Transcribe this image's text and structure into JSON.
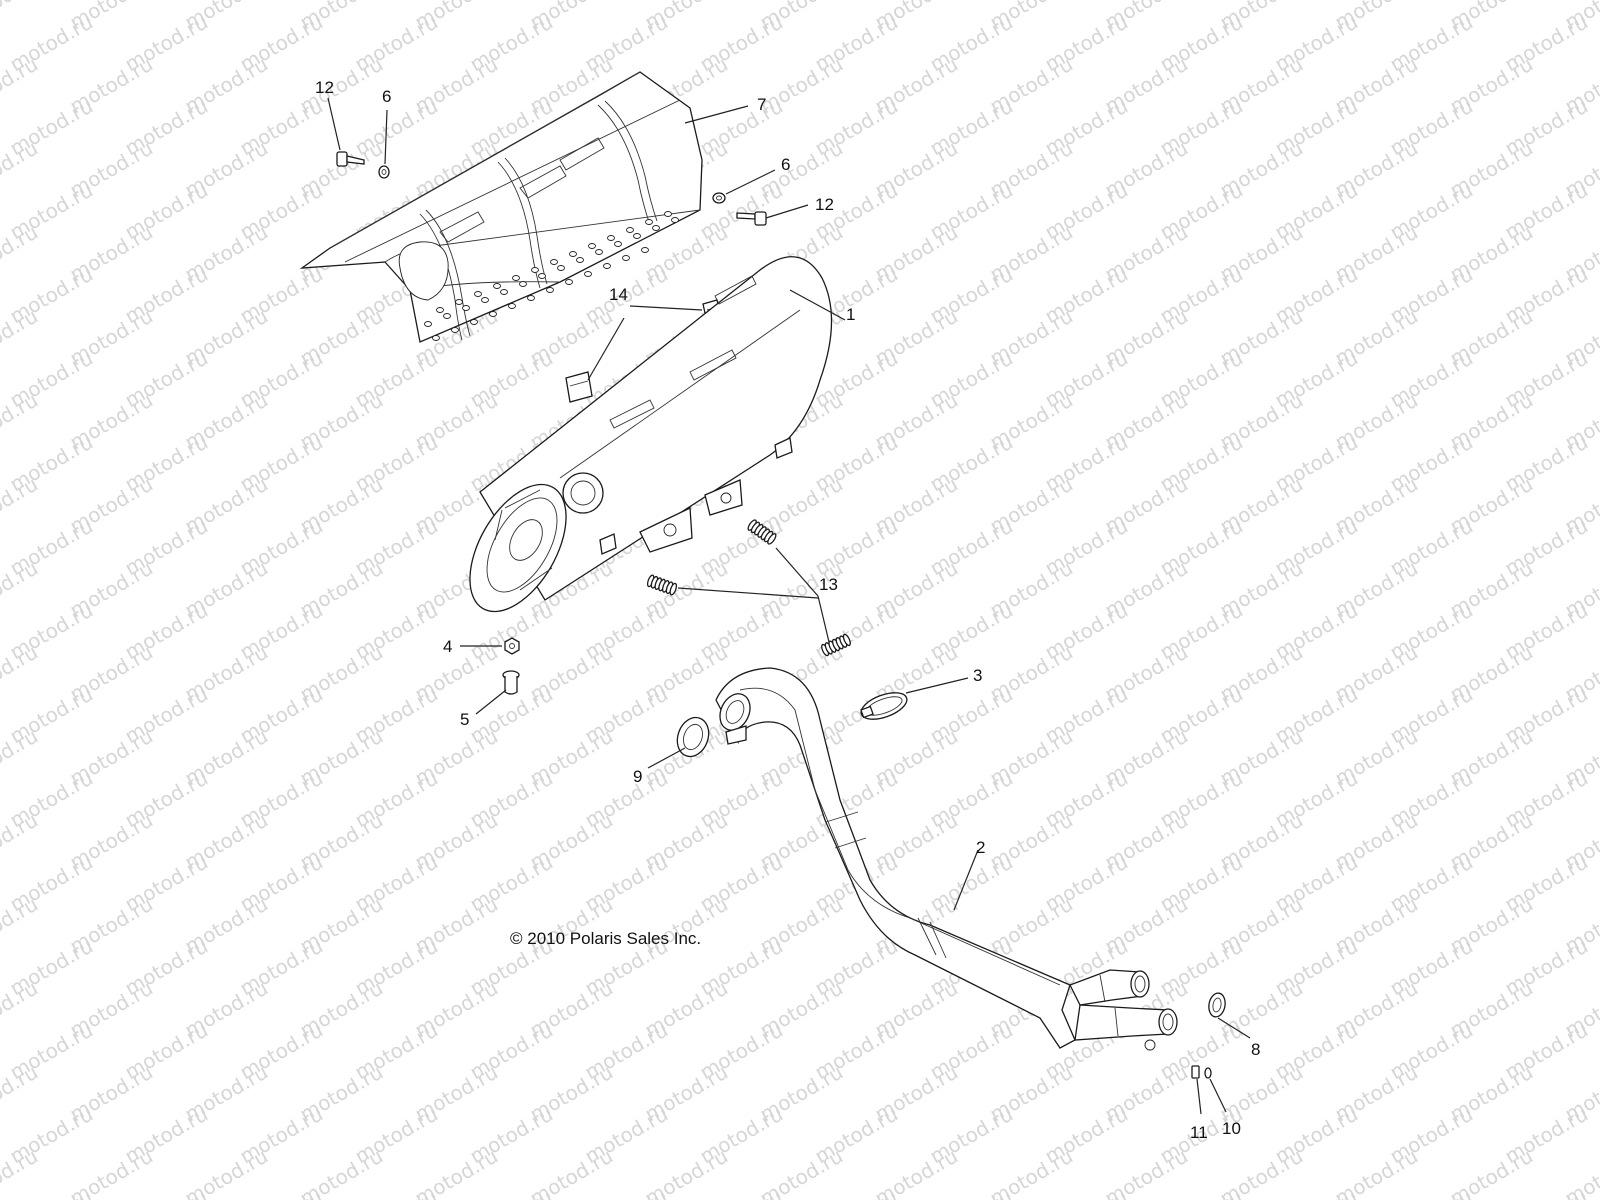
{
  "watermark": "motod.ru",
  "copyright": "© 2010 Polaris Sales Inc.",
  "callouts": {
    "c1": "1",
    "c2": "2",
    "c3": "3",
    "c4": "4",
    "c5": "5",
    "c6a": "6",
    "c6b": "6",
    "c7": "7",
    "c8": "8",
    "c9": "9",
    "c10": "10",
    "c11": "11",
    "c12a": "12",
    "c12b": "12",
    "c13": "13",
    "c14": "14"
  }
}
